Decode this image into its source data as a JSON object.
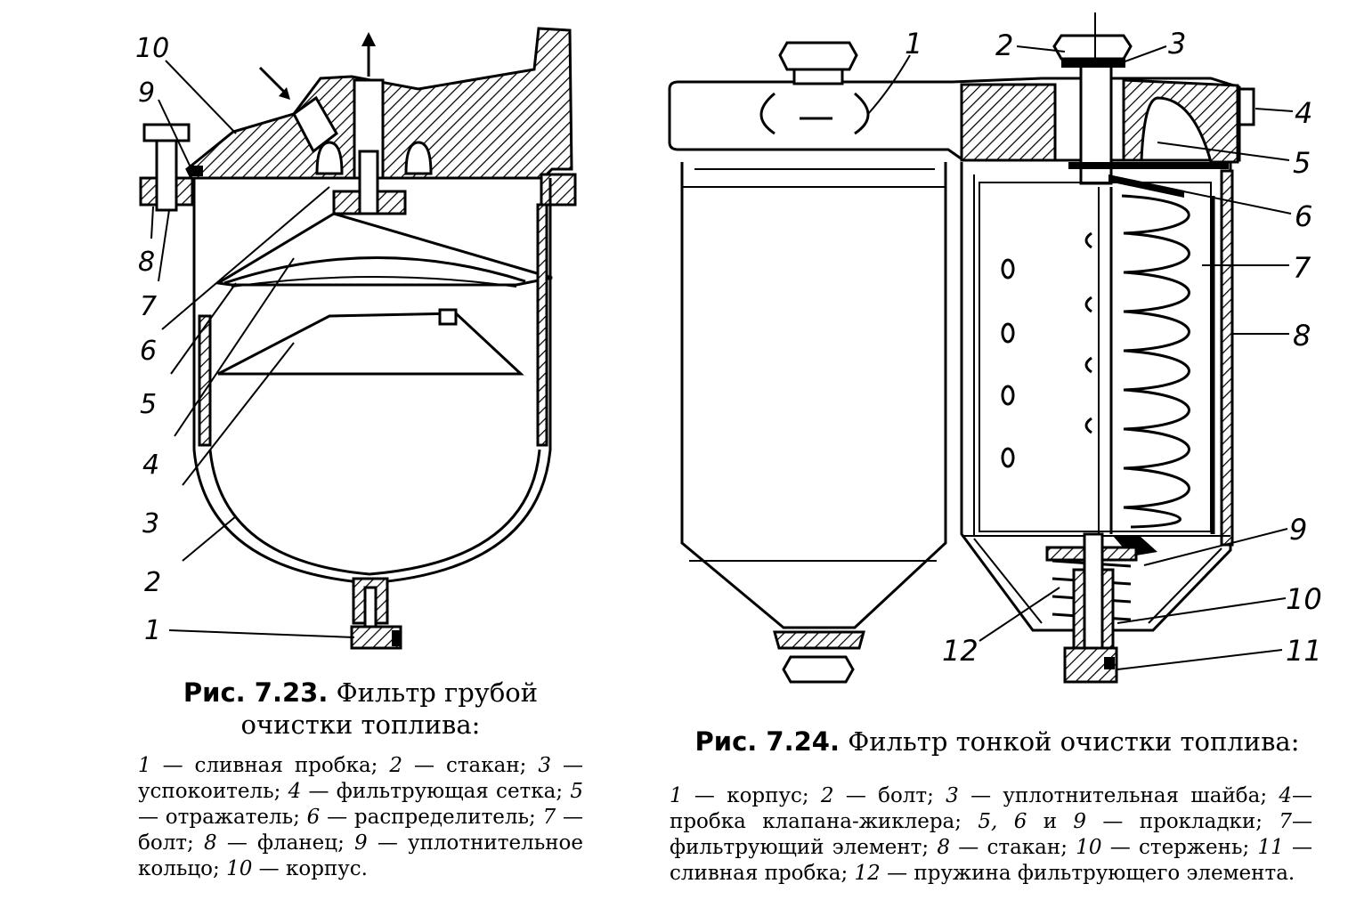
{
  "figure_left": {
    "caption_number": "Рис. 7.23.",
    "caption_title_line1": "Фильтр грубой",
    "caption_title_line2": "очистки топлива:",
    "legend": [
      {
        "n": "1",
        "t": " — сливная пробка; "
      },
      {
        "n": "2",
        "t": " — стакан; "
      },
      {
        "n": "3",
        "t": " — успокоитель; "
      },
      {
        "n": "4",
        "t": " — фильтрующая сетка; "
      },
      {
        "n": "5",
        "t": " — отражатель; "
      },
      {
        "n": "6",
        "t": " — распределитель; "
      },
      {
        "n": "7",
        "t": " — болт; "
      },
      {
        "n": "8",
        "t": " — фланец; "
      },
      {
        "n": "9",
        "t": " — уплотнительное кольцо; "
      },
      {
        "n": "10",
        "t": " — корпус."
      }
    ],
    "callouts": [
      "10",
      "9",
      "8",
      "7",
      "6",
      "5",
      "4",
      "3",
      "2",
      "1"
    ]
  },
  "figure_right": {
    "caption_number": "Рис. 7.24.",
    "caption_title": "Фильтр тонкой очистки топлива:",
    "legend": [
      {
        "n": "1",
        "t": " — корпус; "
      },
      {
        "n": "2",
        "t": " — болт; "
      },
      {
        "n": "3",
        "t": " — уплотнительная шайба; "
      },
      {
        "n": "4",
        "t": "— пробка клапана-жиклера; "
      },
      {
        "n": "5, 6",
        "t": " и "
      },
      {
        "n": "9",
        "t": " — прокладки; "
      },
      {
        "n": "7",
        "t": "—фильтрующий элемент; "
      },
      {
        "n": "8",
        "t": " — стакан; "
      },
      {
        "n": "10",
        "t": " — стержень; "
      },
      {
        "n": "11",
        "t": " — сливная пробка; "
      },
      {
        "n": "12",
        "t": " — пружина фильтрующего элемента."
      }
    ],
    "callouts": [
      "1",
      "2",
      "3",
      "4",
      "5",
      "6",
      "7",
      "8",
      "9",
      "10",
      "11",
      "12"
    ]
  }
}
